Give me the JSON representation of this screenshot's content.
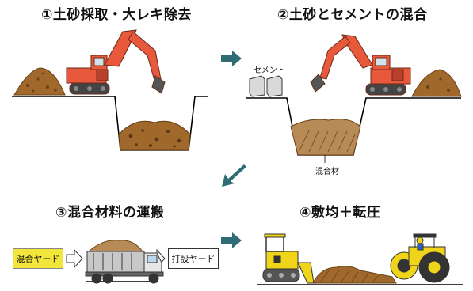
{
  "steps": {
    "s1": {
      "title": "①土砂採取・大レキ除去"
    },
    "s2": {
      "title": "②土砂とセメントの混合",
      "cement_label": "セメント",
      "mix_label": "混合材"
    },
    "s3": {
      "title": "③混合材料の運搬",
      "from_yard": "混合ヤード",
      "to_yard": "打設ヤード"
    },
    "s4": {
      "title": "④敷均＋転圧"
    }
  },
  "colors": {
    "excavator": "#e8583a",
    "excavator_dark": "#b8402a",
    "soil": "#a0682a",
    "soil_dark": "#6b431a",
    "mixed_soil": "#b88a55",
    "arrow": "#2f6d74",
    "yard_yellow": "#f3e63a",
    "machine_yellow": "#f0d41a",
    "ground_line": "#000000"
  },
  "icons": [
    "arrow-right-icon",
    "arrow-down-left-icon",
    "outline-arrow-right-icon"
  ]
}
